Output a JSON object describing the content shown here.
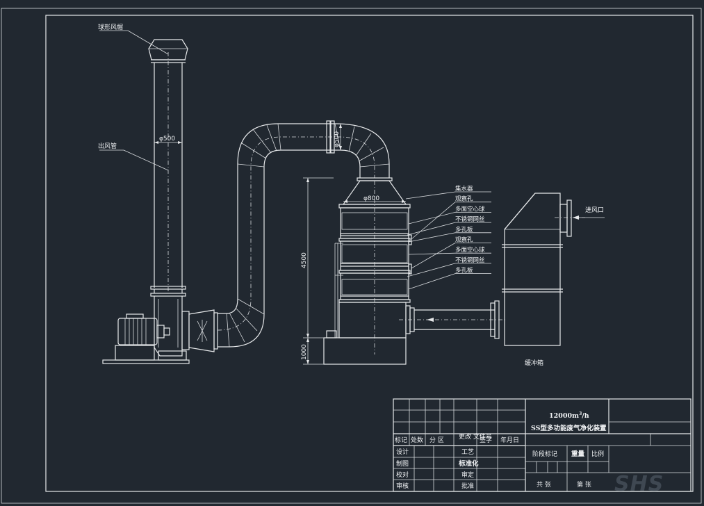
{
  "labels": {
    "hood": "球形风帽",
    "outlet_pipe": "出风管",
    "dia_outlet": "φ500",
    "dia_duct": "φ500",
    "dia_tower": "φ800",
    "height_main": "4500",
    "height_base": "1000",
    "inlet": "进风口",
    "buffer_box": "缓冲箱"
  },
  "callouts": [
    "集水器",
    "观察孔",
    "多面空心球",
    "不锈钢网丝",
    "多孔板",
    "观察孔",
    "多面空心球",
    "不锈钢网丝",
    "多孔板"
  ],
  "title_block": {
    "spec_line1": "12000m",
    "spec_sup": "3",
    "spec_unit": "/h",
    "spec_line2": "SS型多功能废气净化装置",
    "header_row": [
      "标记",
      "处数",
      "分 区",
      "更改\n文件号",
      "签字",
      "年月日"
    ],
    "left_rows": [
      "设计",
      "制图",
      "校对",
      "审核"
    ],
    "mid_rows": [
      "工艺",
      "标准化",
      "审定",
      "批准"
    ],
    "stage_mark": "阶段标记",
    "weight": "重量",
    "scale": "比例",
    "total_sheets": "共   张",
    "sheet_no": "第   张"
  },
  "watermark": "SHS"
}
